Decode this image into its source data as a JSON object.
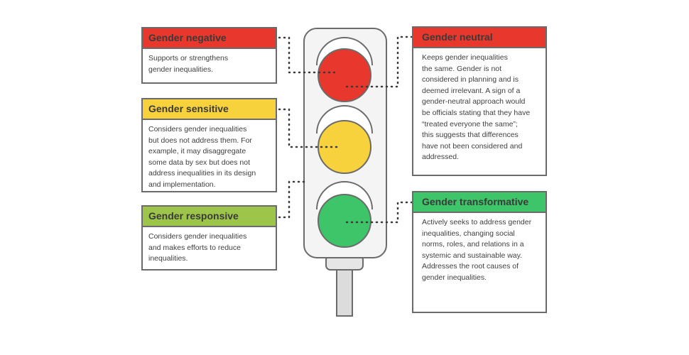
{
  "categories": [
    {
      "id": "negative",
      "title": "Gender negative",
      "color": "#e8382d",
      "lines": [
        "Supports or strengthens",
        "gender inequalities."
      ]
    },
    {
      "id": "sensitive",
      "title": "Gender sensitive",
      "color": "#f7d23c",
      "lines": [
        "Considers gender inequalities",
        "but does not address them. For",
        "example, it may disaggregate",
        "some data by sex but does not",
        "address inequalities in its design",
        "and implementation."
      ]
    },
    {
      "id": "responsive",
      "title": "Gender responsive",
      "color": "#9cc54a",
      "lines": [
        "Considers gender inequalities",
        "and makes efforts to reduce",
        "inequalities."
      ]
    },
    {
      "id": "neutral",
      "title": "Gender neutral",
      "color": "#e8382d",
      "lines": [
        "Keeps gender inequalities",
        "the same. Gender is not",
        "considered in planning and is",
        "deemed irrelevant. A sign of a",
        "gender-neutral approach would",
        "be officials stating that they have",
        "“treated everyone the same”;",
        "this suggests that differences",
        "have not been considered and",
        "addressed."
      ]
    },
    {
      "id": "transformative",
      "title": "Gender transformative",
      "color": "#3ec56a",
      "lines": [
        "Actively seeks to address gender",
        "inequalities, changing social",
        "norms, roles, and relations in a",
        "systemic and sustainable way.",
        "Addresses the root causes of",
        "gender inequalities."
      ]
    }
  ],
  "traffic_light": {
    "red": "#e8382d",
    "yellow": "#f7d23c",
    "green": "#3ec56a",
    "housing": "#f4f4f4",
    "outline": "#6b6b6b"
  }
}
